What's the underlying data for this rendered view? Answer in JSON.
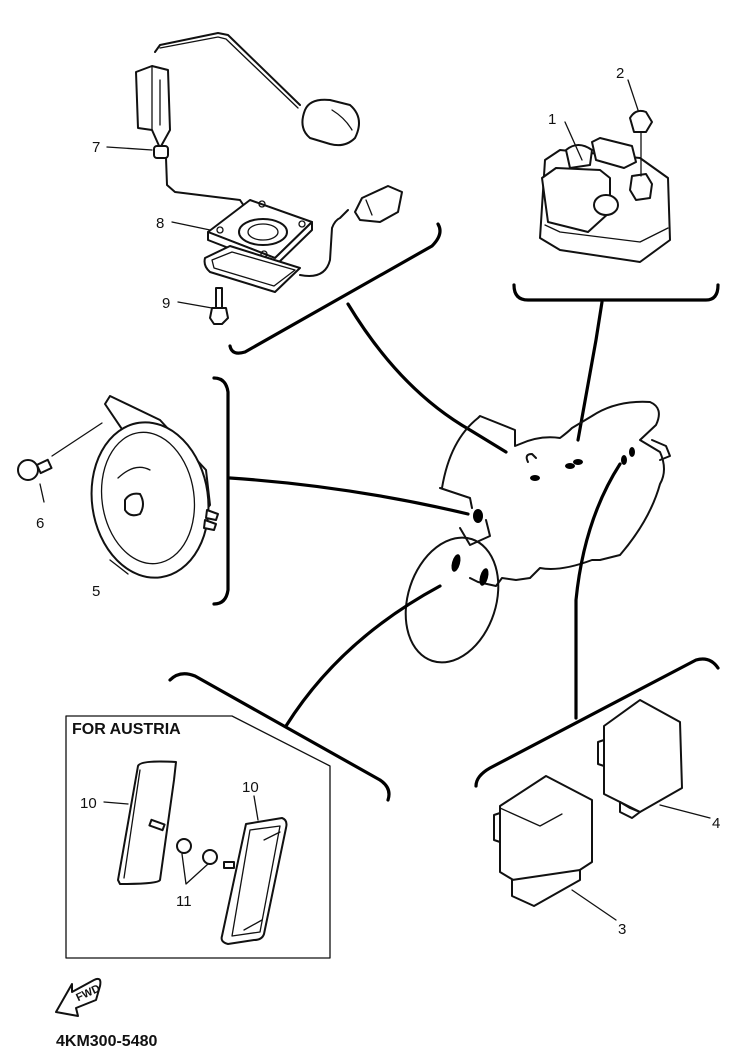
{
  "diagram": {
    "reference_code": "4KM300-5480",
    "direction_indicator": "FWD",
    "inset_title": "FOR AUSTRIA",
    "callouts": [
      {
        "id": "1",
        "part": "starter relay"
      },
      {
        "id": "2",
        "part": "bolt"
      },
      {
        "id": "3",
        "part": "relay unit"
      },
      {
        "id": "4",
        "part": "relay unit"
      },
      {
        "id": "5",
        "part": "horn"
      },
      {
        "id": "6",
        "part": "bolt"
      },
      {
        "id": "7",
        "part": "fuel sender unit"
      },
      {
        "id": "8",
        "part": "gasket"
      },
      {
        "id": "9",
        "part": "bolt"
      },
      {
        "id": "10",
        "part": "reflector (left)"
      },
      {
        "id": "10",
        "part": "reflector (right)"
      },
      {
        "id": "11",
        "part": "nut"
      }
    ]
  }
}
